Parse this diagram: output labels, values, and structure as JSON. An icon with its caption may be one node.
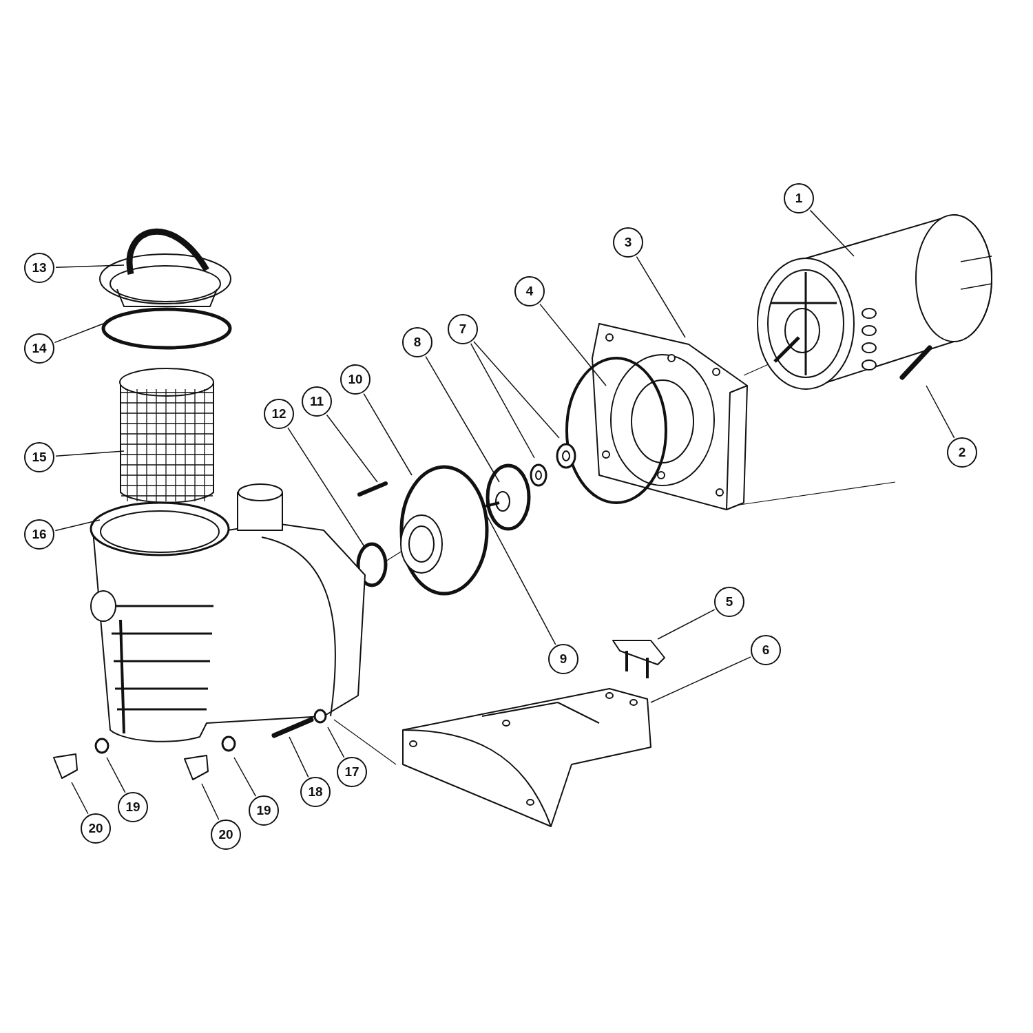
{
  "diagram": {
    "nodes": [
      {
        "text": [
          "1"
        ]
      },
      {
        "text": [
          "2"
        ]
      },
      {
        "text": [
          "3"
        ]
      },
      {
        "text": [
          "4"
        ]
      },
      {
        "text": [
          "5"
        ]
      },
      {
        "text": [
          "6"
        ]
      },
      {
        "text": [
          "7"
        ]
      },
      {
        "text": [
          "8"
        ]
      },
      {
        "text": [
          "9"
        ]
      },
      {
        "text": [
          "10"
        ]
      },
      {
        "text": [
          "11"
        ]
      },
      {
        "text": [
          "12"
        ]
      },
      {
        "text": [
          "13"
        ]
      },
      {
        "text": [
          "14"
        ]
      },
      {
        "text": [
          "15"
        ]
      },
      {
        "text": [
          "16"
        ]
      },
      {
        "text": [
          "17"
        ]
      },
      {
        "text": [
          "18"
        ]
      },
      {
        "text": [
          "19"
        ]
      },
      {
        "text": [
          "19"
        ]
      },
      {
        "text": [
          "20"
        ]
      },
      {
        "text": [
          "20"
        ]
      }
    ],
    "edges": [
      {
        "from": 0,
        "to": null,
        "arrow": "none"
      },
      {
        "from": 1,
        "to": null,
        "arrow": "none"
      },
      {
        "from": 2,
        "to": null,
        "arrow": "none"
      },
      {
        "from": 3,
        "to": null,
        "arrow": "none"
      },
      {
        "from": 4,
        "to": null,
        "arrow": "none"
      },
      {
        "from": 5,
        "to": null,
        "arrow": "none"
      },
      {
        "from": 6,
        "to": null,
        "arrow": "none"
      },
      {
        "from": 6,
        "to": null,
        "arrow": "none"
      },
      {
        "from": 7,
        "to": null,
        "arrow": "none"
      },
      {
        "from": 8,
        "to": null,
        "arrow": "none"
      },
      {
        "from": 9,
        "to": null,
        "arrow": "none"
      },
      {
        "from": 10,
        "to": null,
        "arrow": "none"
      },
      {
        "from": 11,
        "to": null,
        "arrow": "none"
      },
      {
        "from": 12,
        "to": null,
        "arrow": "none"
      },
      {
        "from": 13,
        "to": null,
        "arrow": "none"
      },
      {
        "from": 14,
        "to": null,
        "arrow": "none"
      },
      {
        "from": 15,
        "to": null,
        "arrow": "none"
      },
      {
        "from": 16,
        "to": null,
        "arrow": "none"
      },
      {
        "from": 17,
        "to": null,
        "arrow": "none"
      },
      {
        "from": 18,
        "to": null,
        "arrow": "none"
      },
      {
        "from": 19,
        "to": null,
        "arrow": "none"
      },
      {
        "from": 20,
        "to": null,
        "arrow": "none"
      },
      {
        "from": 21,
        "to": null,
        "arrow": "none"
      }
    ]
  }
}
